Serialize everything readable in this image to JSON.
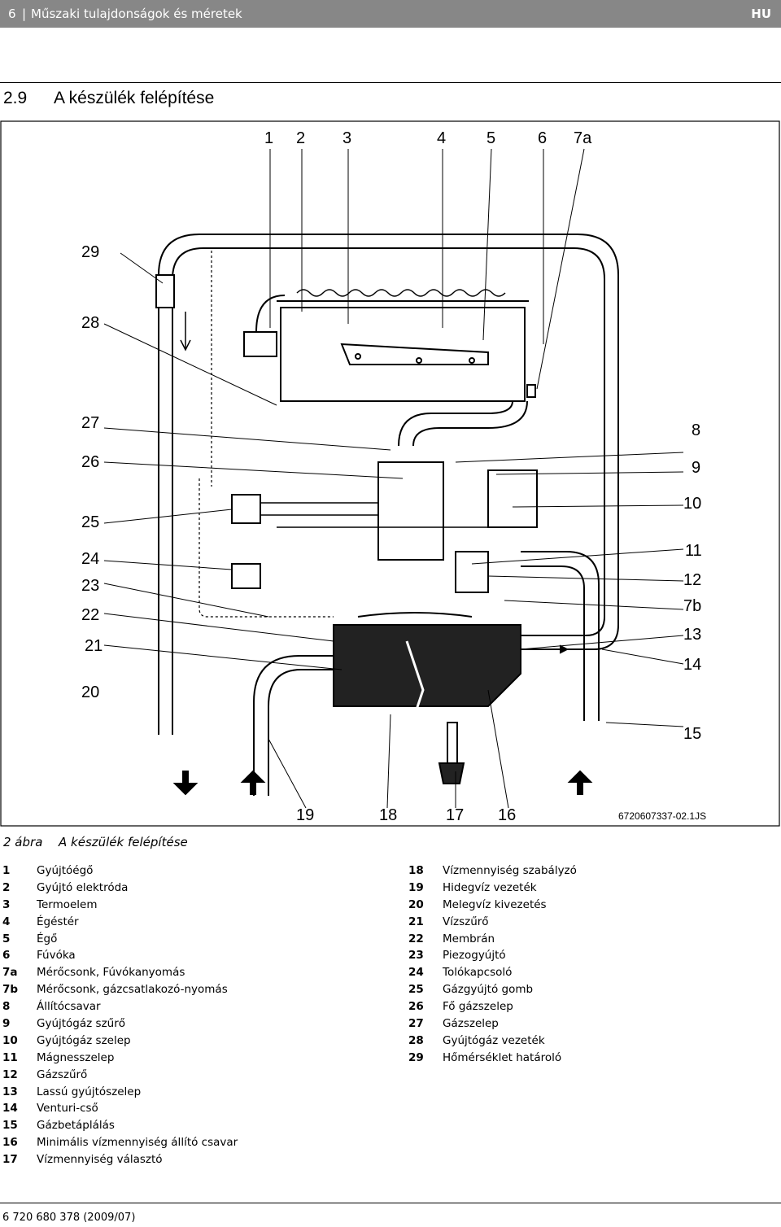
{
  "header": {
    "page_number": "6",
    "separator": "|",
    "title": "Műszaki tulajdonságok és méretek",
    "lang": "HU"
  },
  "section": {
    "number": "2.9",
    "title": "A készülék felépítése"
  },
  "figure": {
    "code": "6720607337-02.1JS",
    "callouts": [
      "1",
      "2",
      "3",
      "4",
      "5",
      "6",
      "7a",
      "29",
      "28",
      "27",
      "26",
      "25",
      "24",
      "23",
      "22",
      "21",
      "20",
      "8",
      "9",
      "10",
      "11",
      "12",
      "7b",
      "13",
      "14",
      "15",
      "19",
      "18",
      "17",
      "16"
    ]
  },
  "caption": {
    "number": "2 ábra",
    "text": "A készülék felépítése"
  },
  "legend_left": [
    {
      "key": "1",
      "label": "Gyújtóégő"
    },
    {
      "key": "2",
      "label": "Gyújtó elektróda"
    },
    {
      "key": "3",
      "label": "Termoelem"
    },
    {
      "key": "4",
      "label": "Égéstér"
    },
    {
      "key": "5",
      "label": "Égő"
    },
    {
      "key": "6",
      "label": "Fúvóka"
    },
    {
      "key": "7a",
      "label": "Mérőcsonk, Fúvókanyomás"
    },
    {
      "key": "7b",
      "label": "Mérőcsonk, gázcsatlakozó-nyomás"
    },
    {
      "key": "8",
      "label": "Állítócsavar"
    },
    {
      "key": "9",
      "label": "Gyújtógáz szűrő"
    },
    {
      "key": "10",
      "label": "Gyújtógáz szelep"
    },
    {
      "key": "11",
      "label": "Mágnesszelep"
    },
    {
      "key": "12",
      "label": "Gázszűrő"
    },
    {
      "key": "13",
      "label": "Lassú gyújtószelep"
    },
    {
      "key": "14",
      "label": "Venturi-cső"
    },
    {
      "key": "15",
      "label": "Gázbetáplálás"
    },
    {
      "key": "16",
      "label": "Minimális vízmennyiség állító csavar"
    },
    {
      "key": "17",
      "label": "Vízmennyiség választó"
    }
  ],
  "legend_right": [
    {
      "key": "18",
      "label": "Vízmennyiség szabályzó"
    },
    {
      "key": "19",
      "label": "Hidegvíz vezeték"
    },
    {
      "key": "20",
      "label": "Melegvíz kivezetés"
    },
    {
      "key": "21",
      "label": "Vízszűrő"
    },
    {
      "key": "22",
      "label": "Membrán"
    },
    {
      "key": "23",
      "label": "Piezogyújtó"
    },
    {
      "key": "24",
      "label": "Tolókapcsoló"
    },
    {
      "key": "25",
      "label": "Gázgyújtó gomb"
    },
    {
      "key": "26",
      "label": "Fő gázszelep"
    },
    {
      "key": "27",
      "label": "Gázszelep"
    },
    {
      "key": "28",
      "label": "Gyújtógáz vezeték"
    },
    {
      "key": "29",
      "label": "Hőmérséklet határoló"
    }
  ],
  "footer": {
    "doc_number": "6 720 680 378 (2009/07)"
  }
}
